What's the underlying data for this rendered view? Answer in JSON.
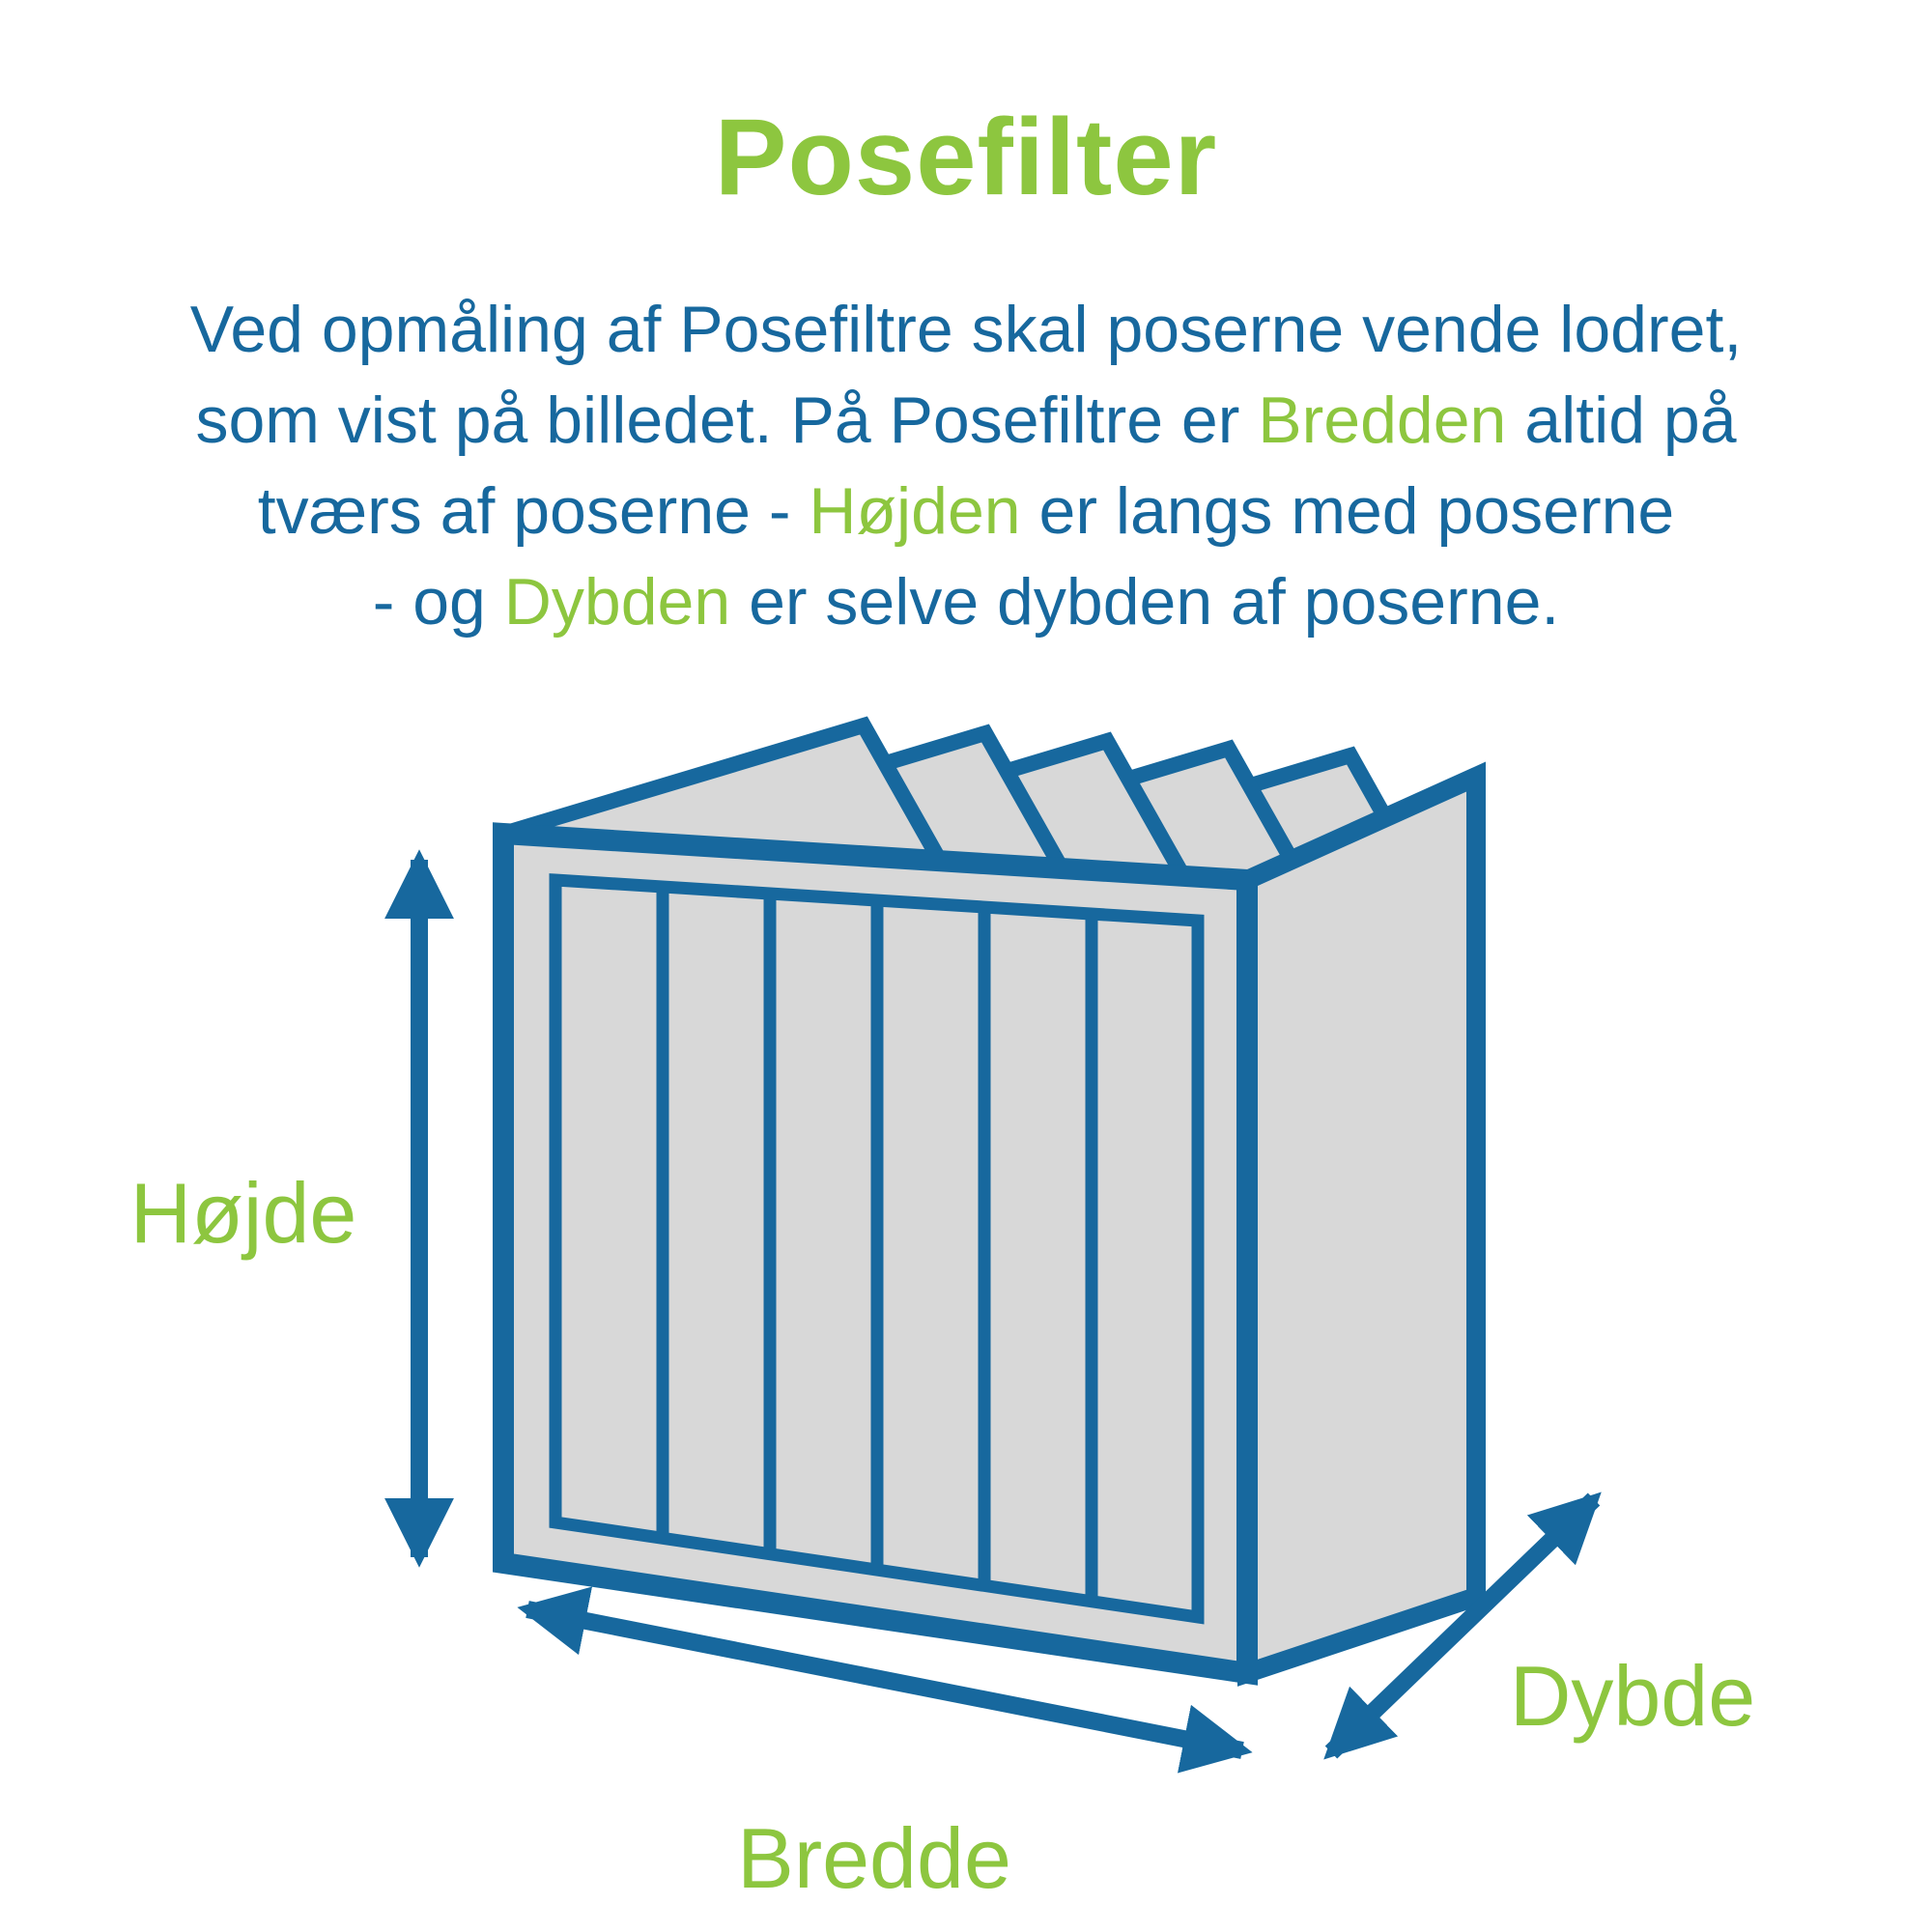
{
  "title": "Posefilter",
  "paragraph": {
    "lines": [
      [
        {
          "t": "Ved opmåling af Posefiltre skal poserne vende lodret,",
          "c": "blue"
        }
      ],
      [
        {
          "t": "som vist på billedet. På Posefiltre er ",
          "c": "blue"
        },
        {
          "t": "Bredden",
          "c": "green"
        },
        {
          "t": " altid på",
          "c": "blue"
        }
      ],
      [
        {
          "t": "tværs af poserne - ",
          "c": "blue"
        },
        {
          "t": "Højden",
          "c": "green"
        },
        {
          "t": " er langs med poserne",
          "c": "blue"
        }
      ],
      [
        {
          "t": "- og ",
          "c": "blue"
        },
        {
          "t": "Dybden",
          "c": "green"
        },
        {
          "t": " er selve dybden af poserne.",
          "c": "blue"
        }
      ]
    ]
  },
  "diagram": {
    "labels": {
      "height": "Højde",
      "width": "Bredde",
      "depth": "Dybde"
    }
  },
  "colors": {
    "green": "#8dc63f",
    "blue": "#17689e",
    "gray": "#d8d8d8",
    "background": "#ffffff"
  }
}
